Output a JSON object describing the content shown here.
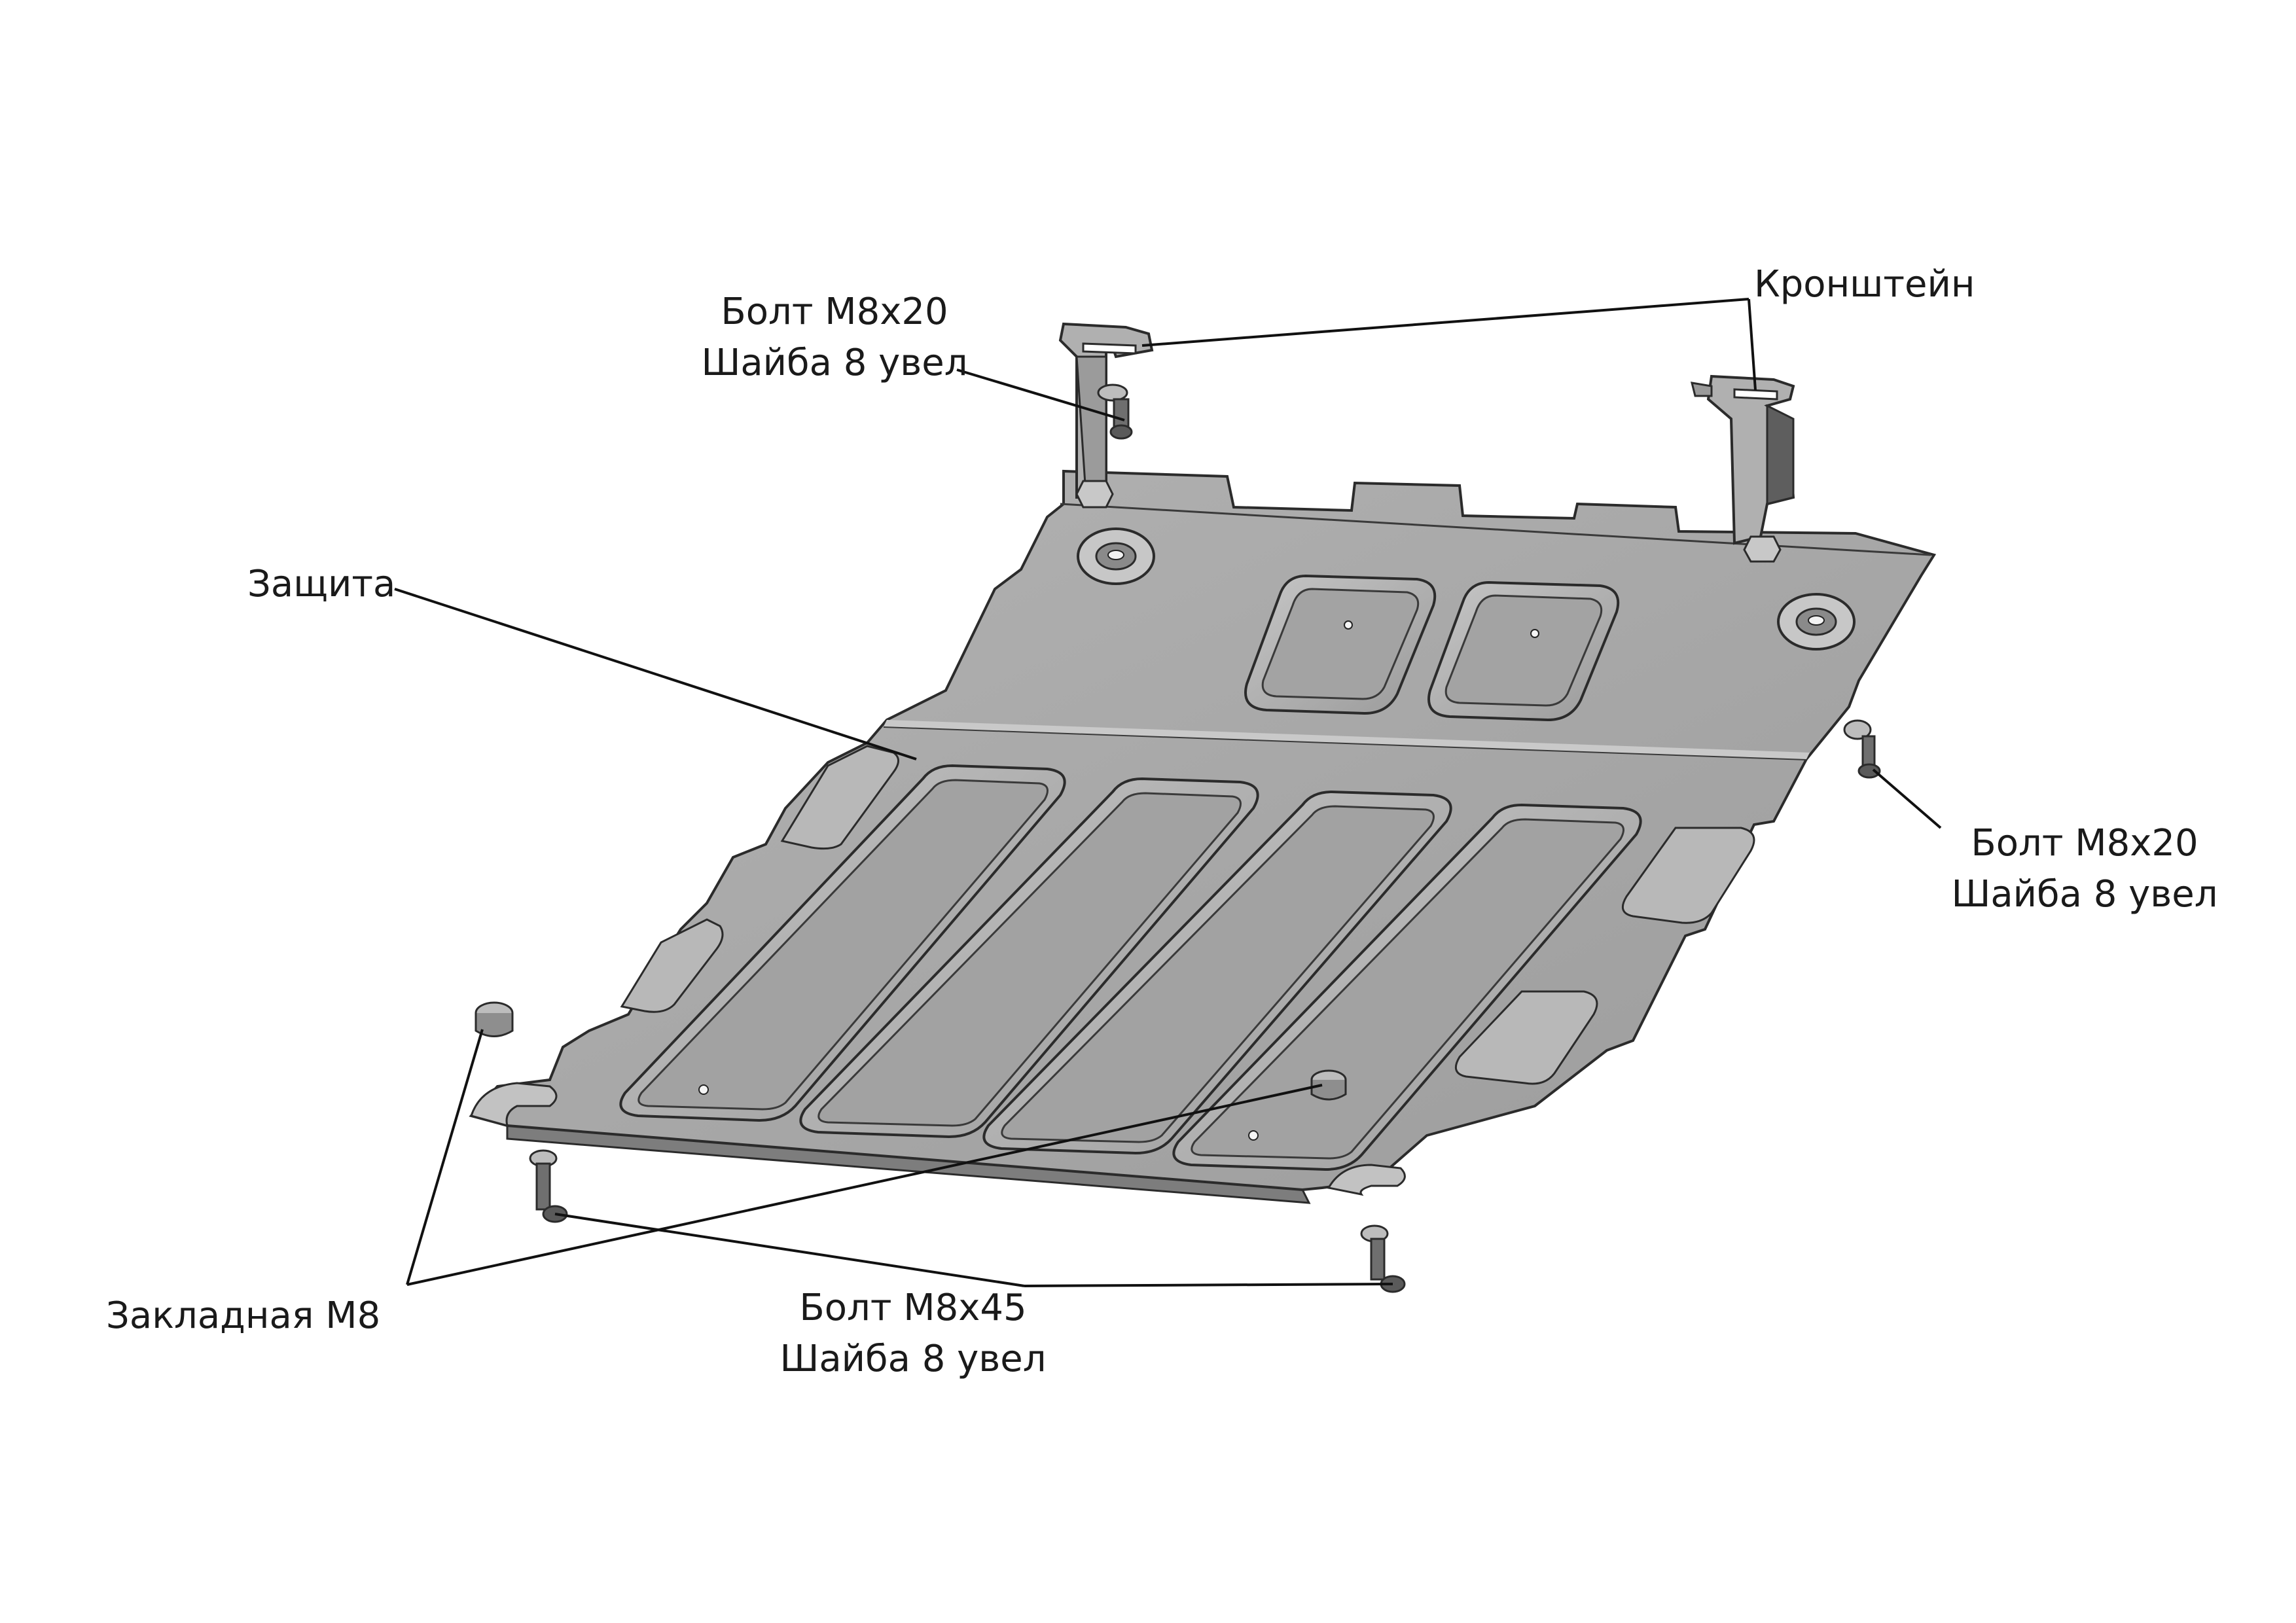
{
  "colors": {
    "plate": "#a9a9a9",
    "plate_dark": "#8e8e8e",
    "plate_light": "#c4c4c4",
    "outline": "#2b2b2b",
    "leader": "#111111",
    "background": "#ffffff"
  },
  "labels": {
    "bolt_top_left": {
      "line1": "Болт М8х20",
      "line2": "Шайба 8 увел"
    },
    "bracket": "Кронштейн",
    "shield": "Защита",
    "bolt_right": {
      "line1": "Болт М8х20",
      "line2": "Шайба 8 увел"
    },
    "insert": "Закладная М8",
    "bolt_bottom": {
      "line1": "Болт М8х45",
      "line2": "Шайба 8 увел"
    }
  }
}
